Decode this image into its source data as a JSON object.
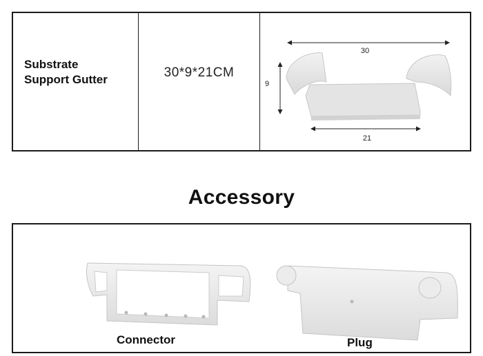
{
  "spec": {
    "name_line1": "Substrate",
    "name_line2": "Support Gutter",
    "size": "30*9*21CM",
    "diagram": {
      "width_label": "30",
      "height_label": "9",
      "depth_label": "21"
    }
  },
  "accessory": {
    "heading": "Accessory",
    "items": [
      {
        "label": "Connector"
      },
      {
        "label": "Plug"
      }
    ]
  },
  "colors": {
    "border": "#1a1a1a",
    "part": "#e9e9e9",
    "part_shadow": "#cfcfcf"
  }
}
